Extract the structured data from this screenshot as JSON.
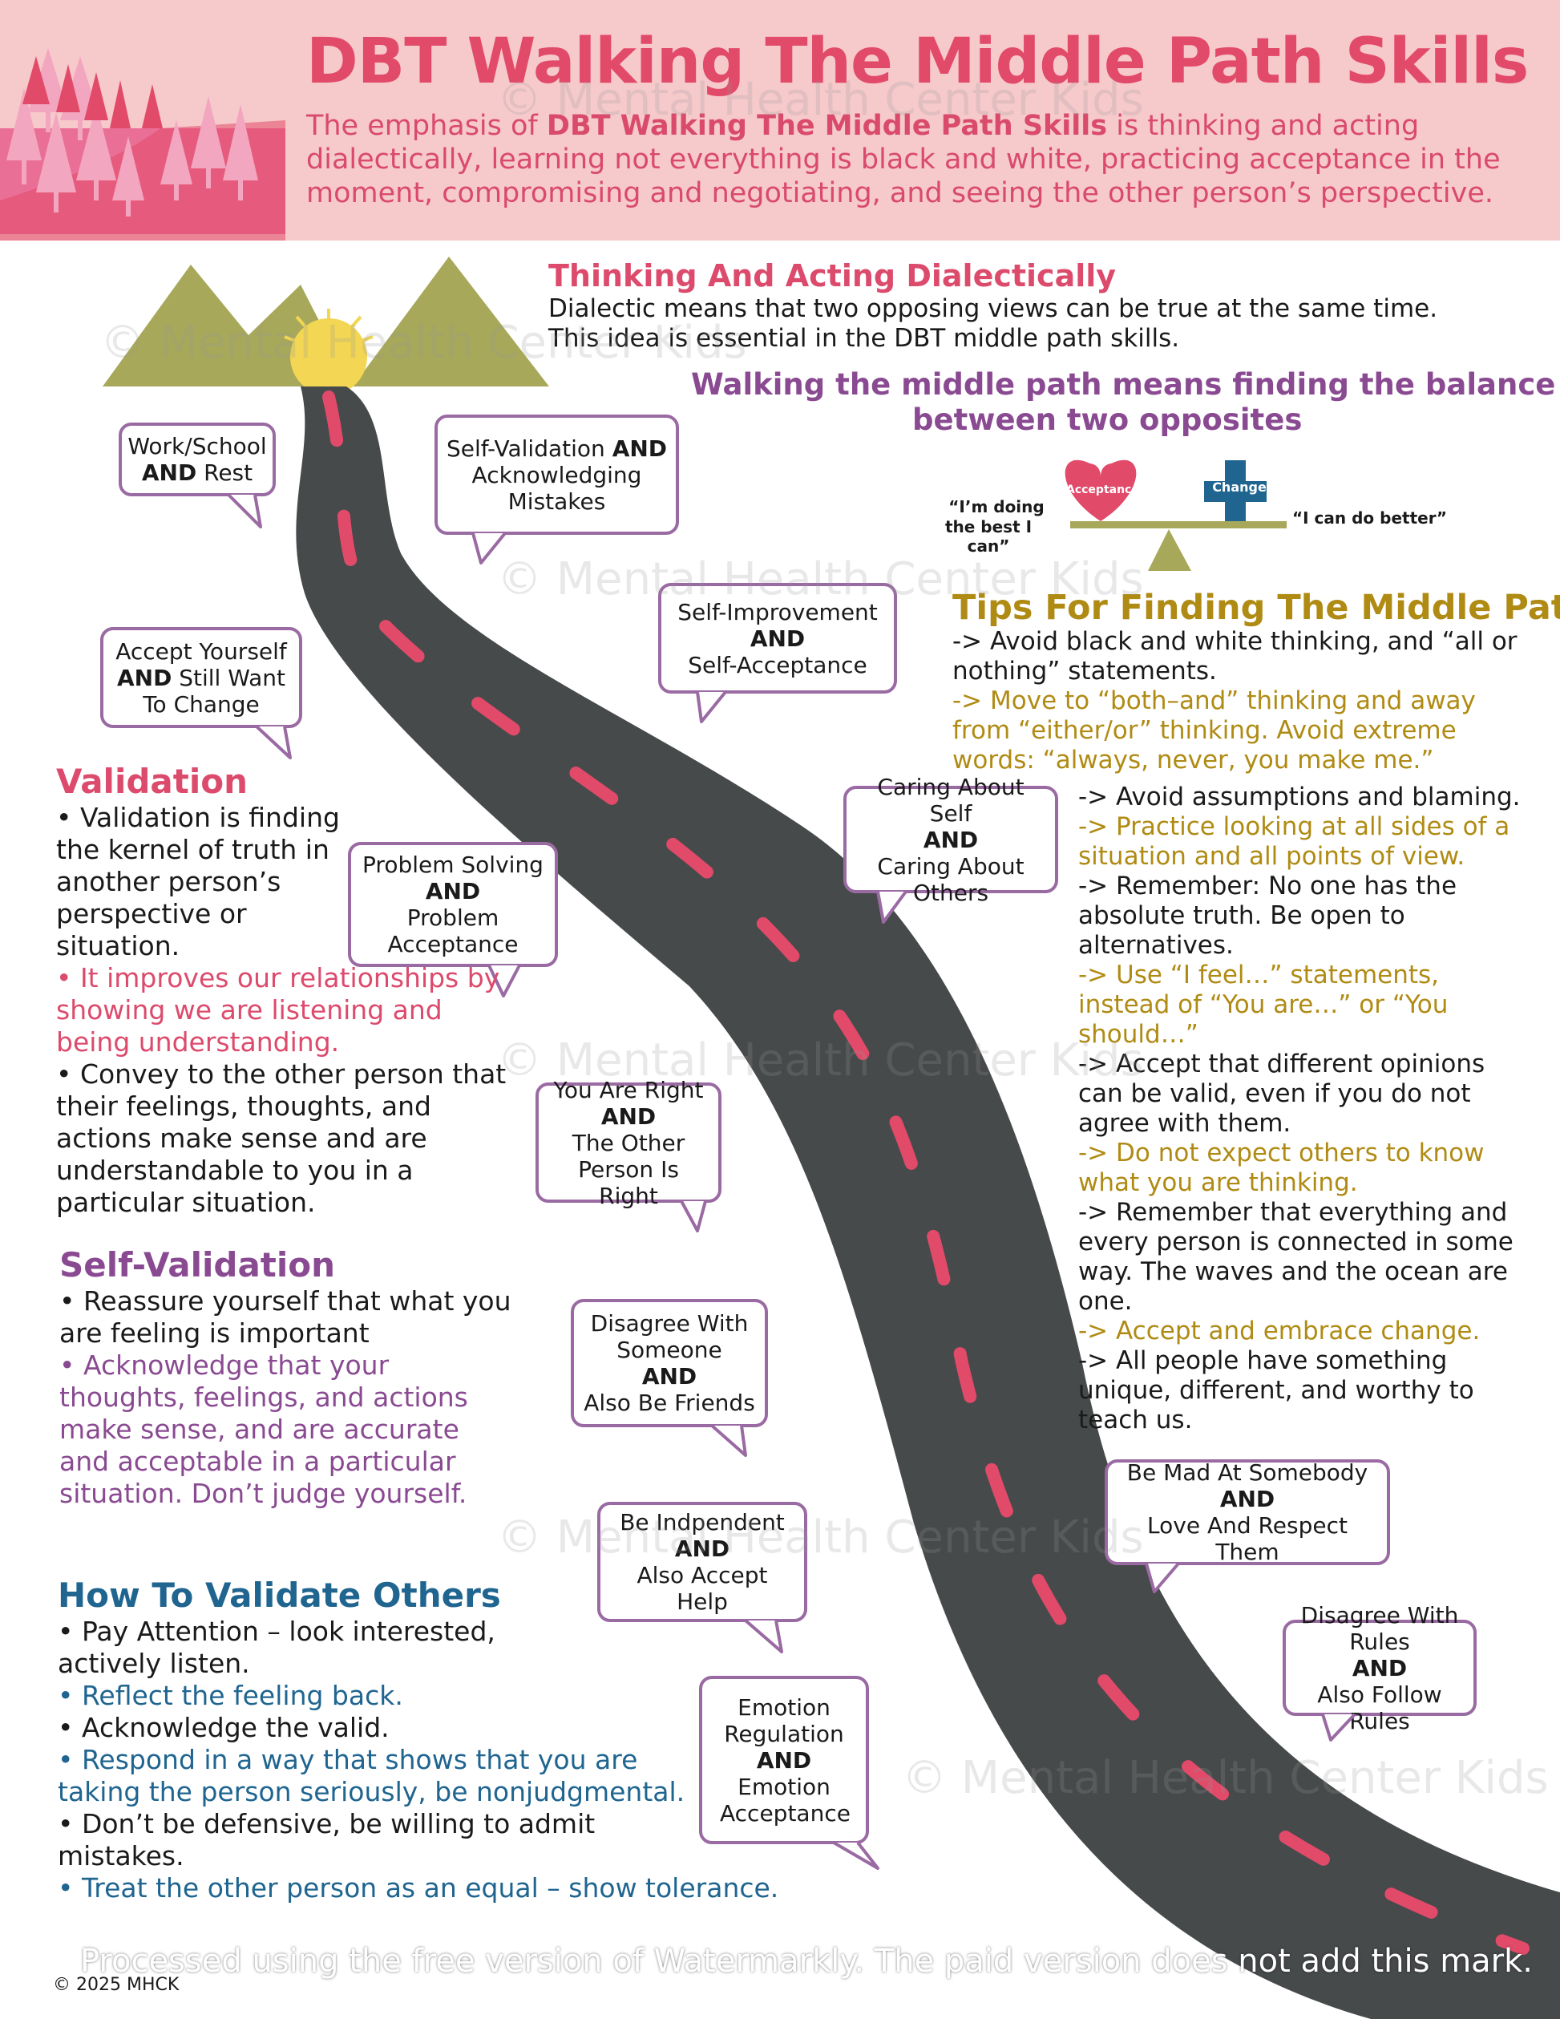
{
  "header": {
    "title": "DBT Walking The Middle Path Skills",
    "intro_prefix": "The emphasis of ",
    "intro_bold": "DBT Walking The Middle Path Skills",
    "intro_rest": " is thinking and acting  dialectically, learning not everything is black and white, practicing acceptance in the moment, compromising and negotiating, and seeing the other person’s perspective."
  },
  "dialectic": {
    "heading": "Thinking And Acting Dialectically",
    "line1": "Dialectic means that two opposing views can be true at the same time.",
    "line2": "This idea is essential in the DBT middle path skills."
  },
  "balance": {
    "heading_line1": "Walking the middle path means finding the balance",
    "heading_line2": "between two opposites",
    "left_quote_line1": "“I’m doing",
    "left_quote_line2": "the best I can”",
    "right_quote": "“I can do better”",
    "acceptance_label": "Acceptance",
    "change_label": "Change"
  },
  "bubbles": [
    {
      "pre": "Work/School",
      "bold": "AND",
      "post": "Rest"
    },
    {
      "pre": "Self-Validation",
      "bold": "AND",
      "post": "Acknowledging Mistakes"
    },
    {
      "pre": "Self-Improvement",
      "bold": "AND",
      "post": "Self-Acceptance"
    },
    {
      "pre": "Accept Yourself",
      "bold": "AND",
      "post": "Still Want To Change"
    },
    {
      "pre": "Caring About Self",
      "bold": "AND",
      "post": "Caring About Others"
    },
    {
      "pre": "Problem Solving",
      "bold": "AND",
      "post": "Problem Acceptance"
    },
    {
      "pre": "You Are Right",
      "bold": "AND",
      "post": "The Other Person Is Right"
    },
    {
      "pre": "Disagree With Someone",
      "bold": "AND",
      "post": "Also Be Friends"
    },
    {
      "pre": "Be Mad At Somebody",
      "bold": "AND",
      "post": "Love And Respect Them"
    },
    {
      "pre": "Be Indpendent",
      "bold": "AND",
      "post": "Also Accept Help"
    },
    {
      "pre": "Disagree With Rules",
      "bold": "AND",
      "post": "Also Follow Rules"
    },
    {
      "pre": "Emotion Regulation",
      "bold": "AND",
      "post": "Emotion Acceptance"
    }
  ],
  "tips": {
    "heading": "Tips For Finding The Middle Path",
    "items": [
      "-> Avoid black and white thinking, and “all or nothing” statements.",
      "-> Move to “both–and” thinking and away from “either/or” thinking. Avoid extreme words: “always, never, you make me.”",
      "-> Avoid assumptions and blaming.",
      "-> Practice looking at all sides of a situation and all points of view.",
      "-> Remember: No one has the absolute truth. Be open to alternatives.",
      "-> Use “I feel…” statements, instead of “You are…” or “You should…”",
      "-> Accept that different opinions can be valid, even if you do not agree with them.",
      "-> Do not expect others to know what you are thinking.",
      "-> Remember that everything and every person is connected in some way. The waves and the ocean are one.",
      "-> Accept and embrace change.",
      "-> All people have something unique, different, and worthy to teach us."
    ]
  },
  "validation": {
    "heading": "Validation",
    "p1": "• Validation is finding the kernel of truth in another person’s perspective or situation.",
    "p2": "• It improves our relationships by showing we are listening and being understanding.",
    "p3": "• Convey to the other person that their feelings, thoughts, and actions make sense and are understandable to you in a particular situation."
  },
  "self_validation": {
    "heading": "Self-Validation",
    "p1": "• Reassure yourself that what you are feeling is important",
    "p2": "• Acknowledge that your thoughts, feelings, and actions make sense, and are accurate and acceptable in a particular situation. Don’t judge yourself."
  },
  "validate_others": {
    "heading": "How To Validate Others",
    "items": [
      "• Pay Attention – look interested, actively listen.",
      "• Reflect the feeling back.",
      "• Acknowledge the valid.",
      "• Respond in a way that shows that you are taking the person seriously, be nonjudgmental.",
      "• Don’t be defensive, be willing to admit mistakes.",
      "• Treat the other person as an equal – show tolerance."
    ]
  },
  "watermark_text": "© Mental Health Center Kids",
  "footer_note": "Processed using the free version of Watermarkly. The paid version does not add this mark.",
  "copyright": "© 2025 MHCK",
  "colors": {
    "header_bg": "#f6c9cb",
    "title": "#e24a6a",
    "road": "#474a4b",
    "road_dash": "#e24a6a",
    "mountain": "#a7a85a",
    "sun": "#f3d653",
    "bubble_border": "#9a6aa3",
    "tips_gold": "#b08b14",
    "purple": "#8a4a92",
    "blue": "#1f6590",
    "pink": "#dc4a6c"
  }
}
